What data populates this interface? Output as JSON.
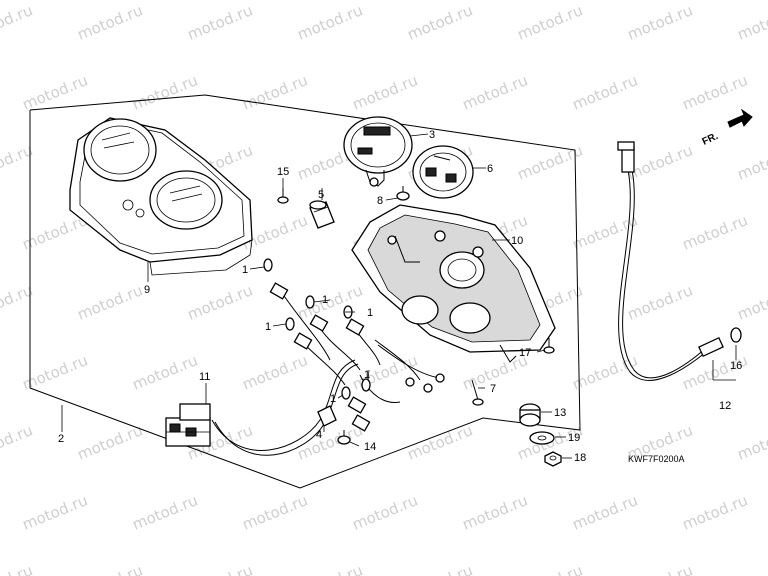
{
  "watermark_text": "motod.ru",
  "direction_label": "FR.",
  "diagram_code": "KWF7F0200A",
  "callouts": {
    "c1a": "1",
    "c1b": "1",
    "c1c": "1",
    "c1d": "1",
    "c1e": "1",
    "c1f": "1",
    "c2": "2",
    "c3": "3",
    "c4": "4",
    "c5": "5",
    "c6": "6",
    "c7": "7",
    "c8": "8",
    "c9": "9",
    "c10": "10",
    "c11": "11",
    "c12": "12",
    "c13": "13",
    "c14": "14",
    "c15": "15",
    "c16": "16",
    "c17": "17",
    "c18": "18",
    "c19": "19"
  }
}
